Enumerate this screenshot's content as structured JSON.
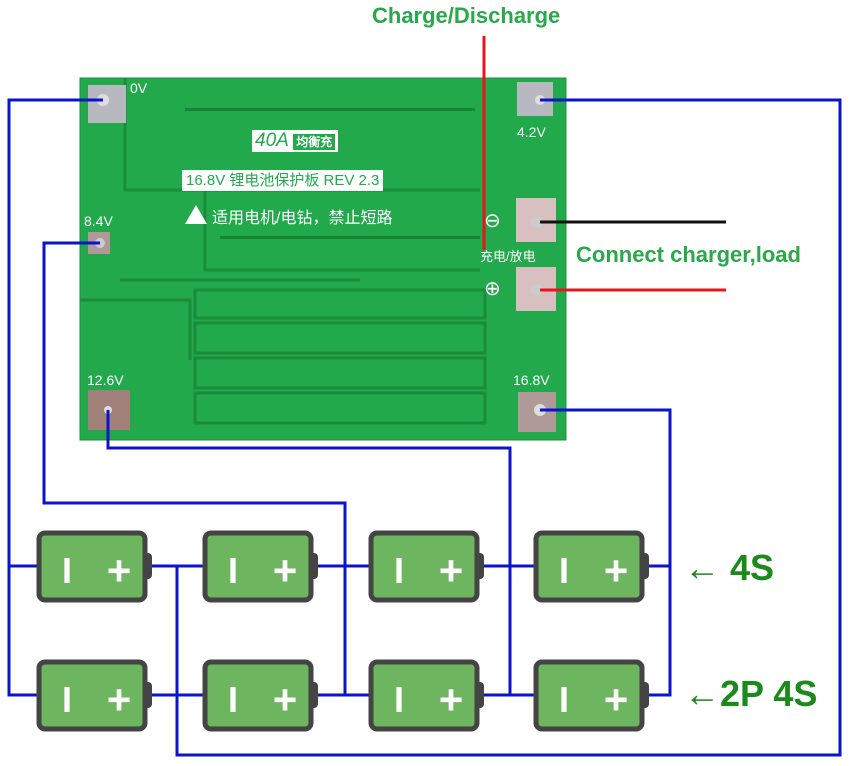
{
  "title": "Charge/Discharge",
  "connect_label": "Connect charger,load",
  "pcb": {
    "badge_current": "40A",
    "badge_cn": "均衡充",
    "model": "16.8V 锂电池保护板 REV 2.3",
    "warning": "适用电机/电钻，禁止短路",
    "charge_port_cn": "充电/放电",
    "pads": {
      "p0": "0V",
      "p1": "4.2V",
      "p2": "8.4V",
      "p3": "12.6V",
      "p4": "16.8V"
    },
    "minus": "⊖",
    "plus": "⊕"
  },
  "rows": {
    "row1": "← 4S",
    "row2": "←2P 4S"
  },
  "battery": {
    "neg": "I",
    "pos": "+"
  },
  "colors": {
    "pcb": "#22a94b",
    "wire": "#0a14c8",
    "red": "#e8141e",
    "battery": "#6db55e",
    "battery_border": "#444444",
    "text_green": "#2aa84a"
  }
}
